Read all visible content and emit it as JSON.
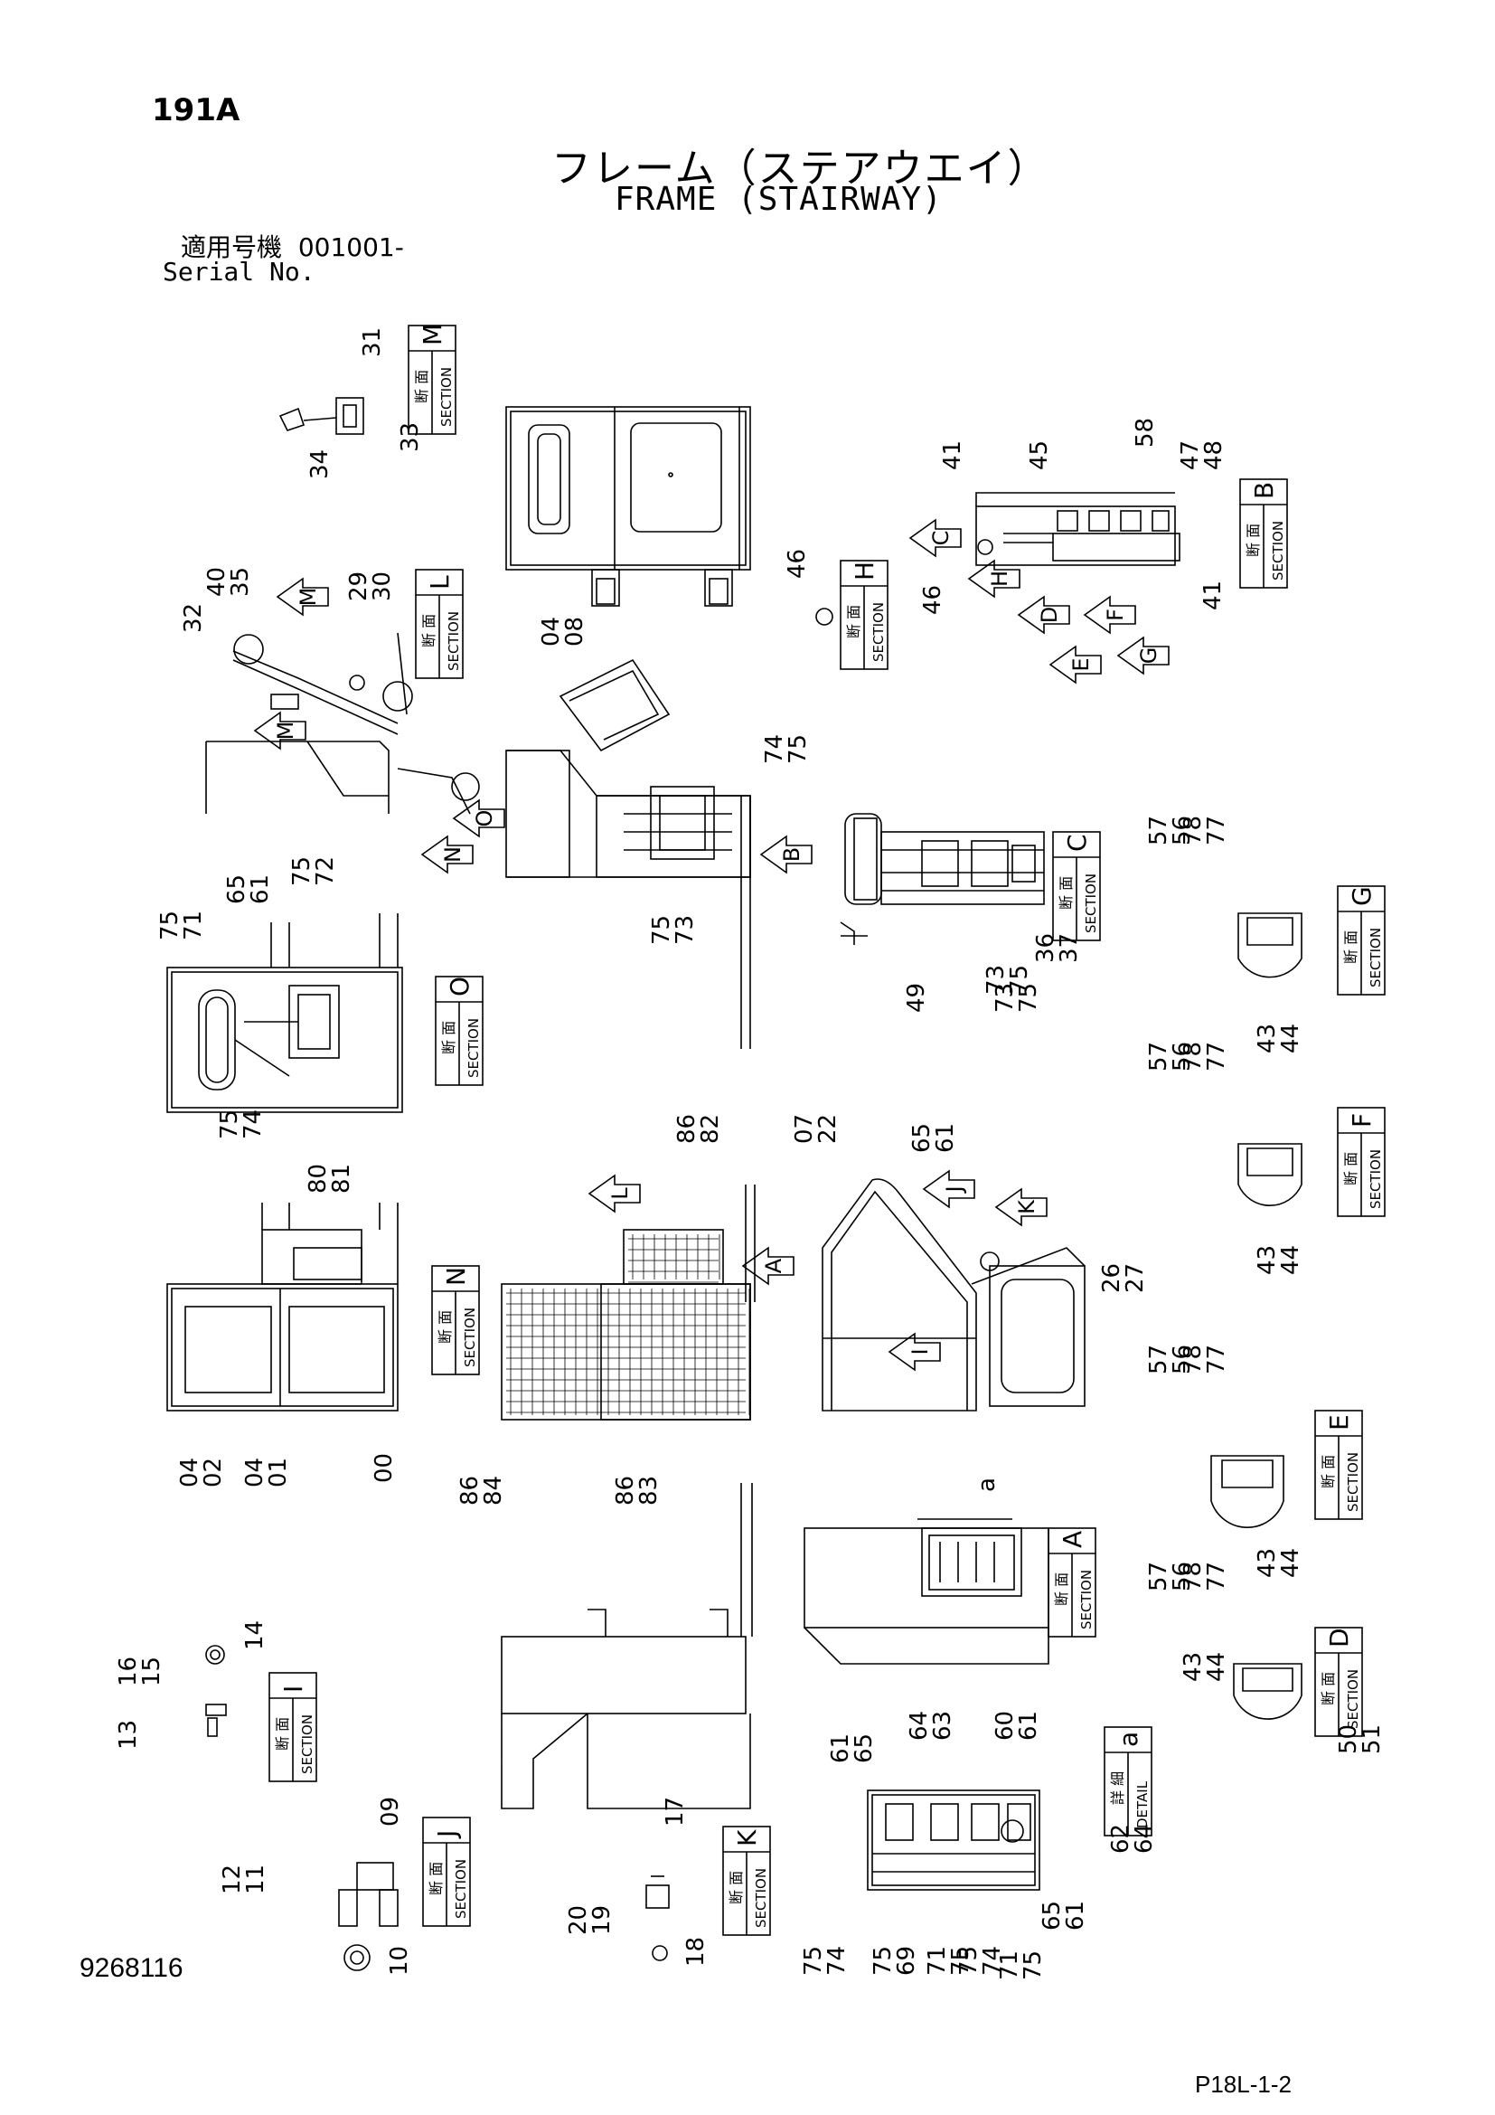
{
  "header": {
    "page_code": "191A",
    "title_jp": "フレーム（ステアウエイ）",
    "title_en": "FRAME (STAIRWAY)",
    "serial_label_jp": "適用号機",
    "serial_value": "001001-",
    "serial_label_en": "Serial No."
  },
  "footer": {
    "catalog_number": "9268116",
    "page_reference": "P18L-1-2"
  },
  "section_word": "SECTION",
  "detail_word": "DETAIL",
  "section_jp": "断 面",
  "detail_jp": "詳 細",
  "sections": [
    "M",
    "L",
    "H",
    "B",
    "C",
    "G",
    "O",
    "F",
    "N",
    "E",
    "A",
    "D",
    "I",
    "a",
    "J",
    "K"
  ],
  "view_arrows": [
    "C",
    "H",
    "D",
    "F",
    "E",
    "G",
    "M",
    "M",
    "O",
    "N",
    "B",
    "L",
    "A",
    "J",
    "K",
    "I"
  ],
  "callouts": [
    {
      "a": "31",
      "b": ""
    },
    {
      "a": "34",
      "b": ""
    },
    {
      "a": "33",
      "b": ""
    },
    {
      "a": "40",
      "b": "35"
    },
    {
      "a": "32",
      "b": ""
    },
    {
      "a": "29",
      "b": "30"
    },
    {
      "a": "04",
      "b": "08"
    },
    {
      "a": "46",
      "b": ""
    },
    {
      "a": "41",
      "b": ""
    },
    {
      "a": "45",
      "b": ""
    },
    {
      "a": "58",
      "b": ""
    },
    {
      "a": "47",
      "b": "48"
    },
    {
      "a": "46",
      "b": ""
    },
    {
      "a": "41",
      "b": ""
    },
    {
      "a": "74",
      "b": "75"
    },
    {
      "a": "75",
      "b": "73"
    },
    {
      "a": "57",
      "b": "56"
    },
    {
      "a": "78",
      "b": "77"
    },
    {
      "a": "49",
      "b": ""
    },
    {
      "a": "73",
      "b": "75"
    },
    {
      "a": "73",
      "b": "75"
    },
    {
      "a": "36",
      "b": "37"
    },
    {
      "a": "43",
      "b": "44"
    },
    {
      "a": "75",
      "b": "71"
    },
    {
      "a": "65",
      "b": "61"
    },
    {
      "a": "75",
      "b": "72"
    },
    {
      "a": "75",
      "b": "74"
    },
    {
      "a": "57",
      "b": "56"
    },
    {
      "a": "78",
      "b": "77"
    },
    {
      "a": "43",
      "b": "44"
    },
    {
      "a": "07",
      "b": "22"
    },
    {
      "a": "86",
      "b": "82"
    },
    {
      "a": "65",
      "b": "61"
    },
    {
      "a": "80",
      "b": "81"
    },
    {
      "a": "26",
      "b": "27"
    },
    {
      "a": "04",
      "b": "02"
    },
    {
      "a": "04",
      "b": "01"
    },
    {
      "a": "00",
      "b": ""
    },
    {
      "a": "86",
      "b": "84"
    },
    {
      "a": "86",
      "b": "83"
    },
    {
      "a": "57",
      "b": "56"
    },
    {
      "a": "78",
      "b": "77"
    },
    {
      "a": "43",
      "b": "44"
    },
    {
      "a": "a",
      "b": ""
    },
    {
      "a": "57",
      "b": "56"
    },
    {
      "a": "78",
      "b": "77"
    },
    {
      "a": "43",
      "b": "44"
    },
    {
      "a": "50",
      "b": "51"
    },
    {
      "a": "16",
      "b": "15"
    },
    {
      "a": "14",
      "b": ""
    },
    {
      "a": "13",
      "b": ""
    },
    {
      "a": "61",
      "b": "65"
    },
    {
      "a": "64",
      "b": "63"
    },
    {
      "a": "60",
      "b": "61"
    },
    {
      "a": "62",
      "b": "64"
    },
    {
      "a": "65",
      "b": "61"
    },
    {
      "a": "75",
      "b": "74"
    },
    {
      "a": "75",
      "b": "69"
    },
    {
      "a": "71",
      "b": "75"
    },
    {
      "a": "75",
      "b": "74"
    },
    {
      "a": "71",
      "b": "75"
    },
    {
      "a": "09",
      "b": ""
    },
    {
      "a": "12",
      "b": "11"
    },
    {
      "a": "10",
      "b": ""
    },
    {
      "a": "17",
      "b": ""
    },
    {
      "a": "20",
      "b": "19"
    },
    {
      "a": "18",
      "b": ""
    }
  ]
}
